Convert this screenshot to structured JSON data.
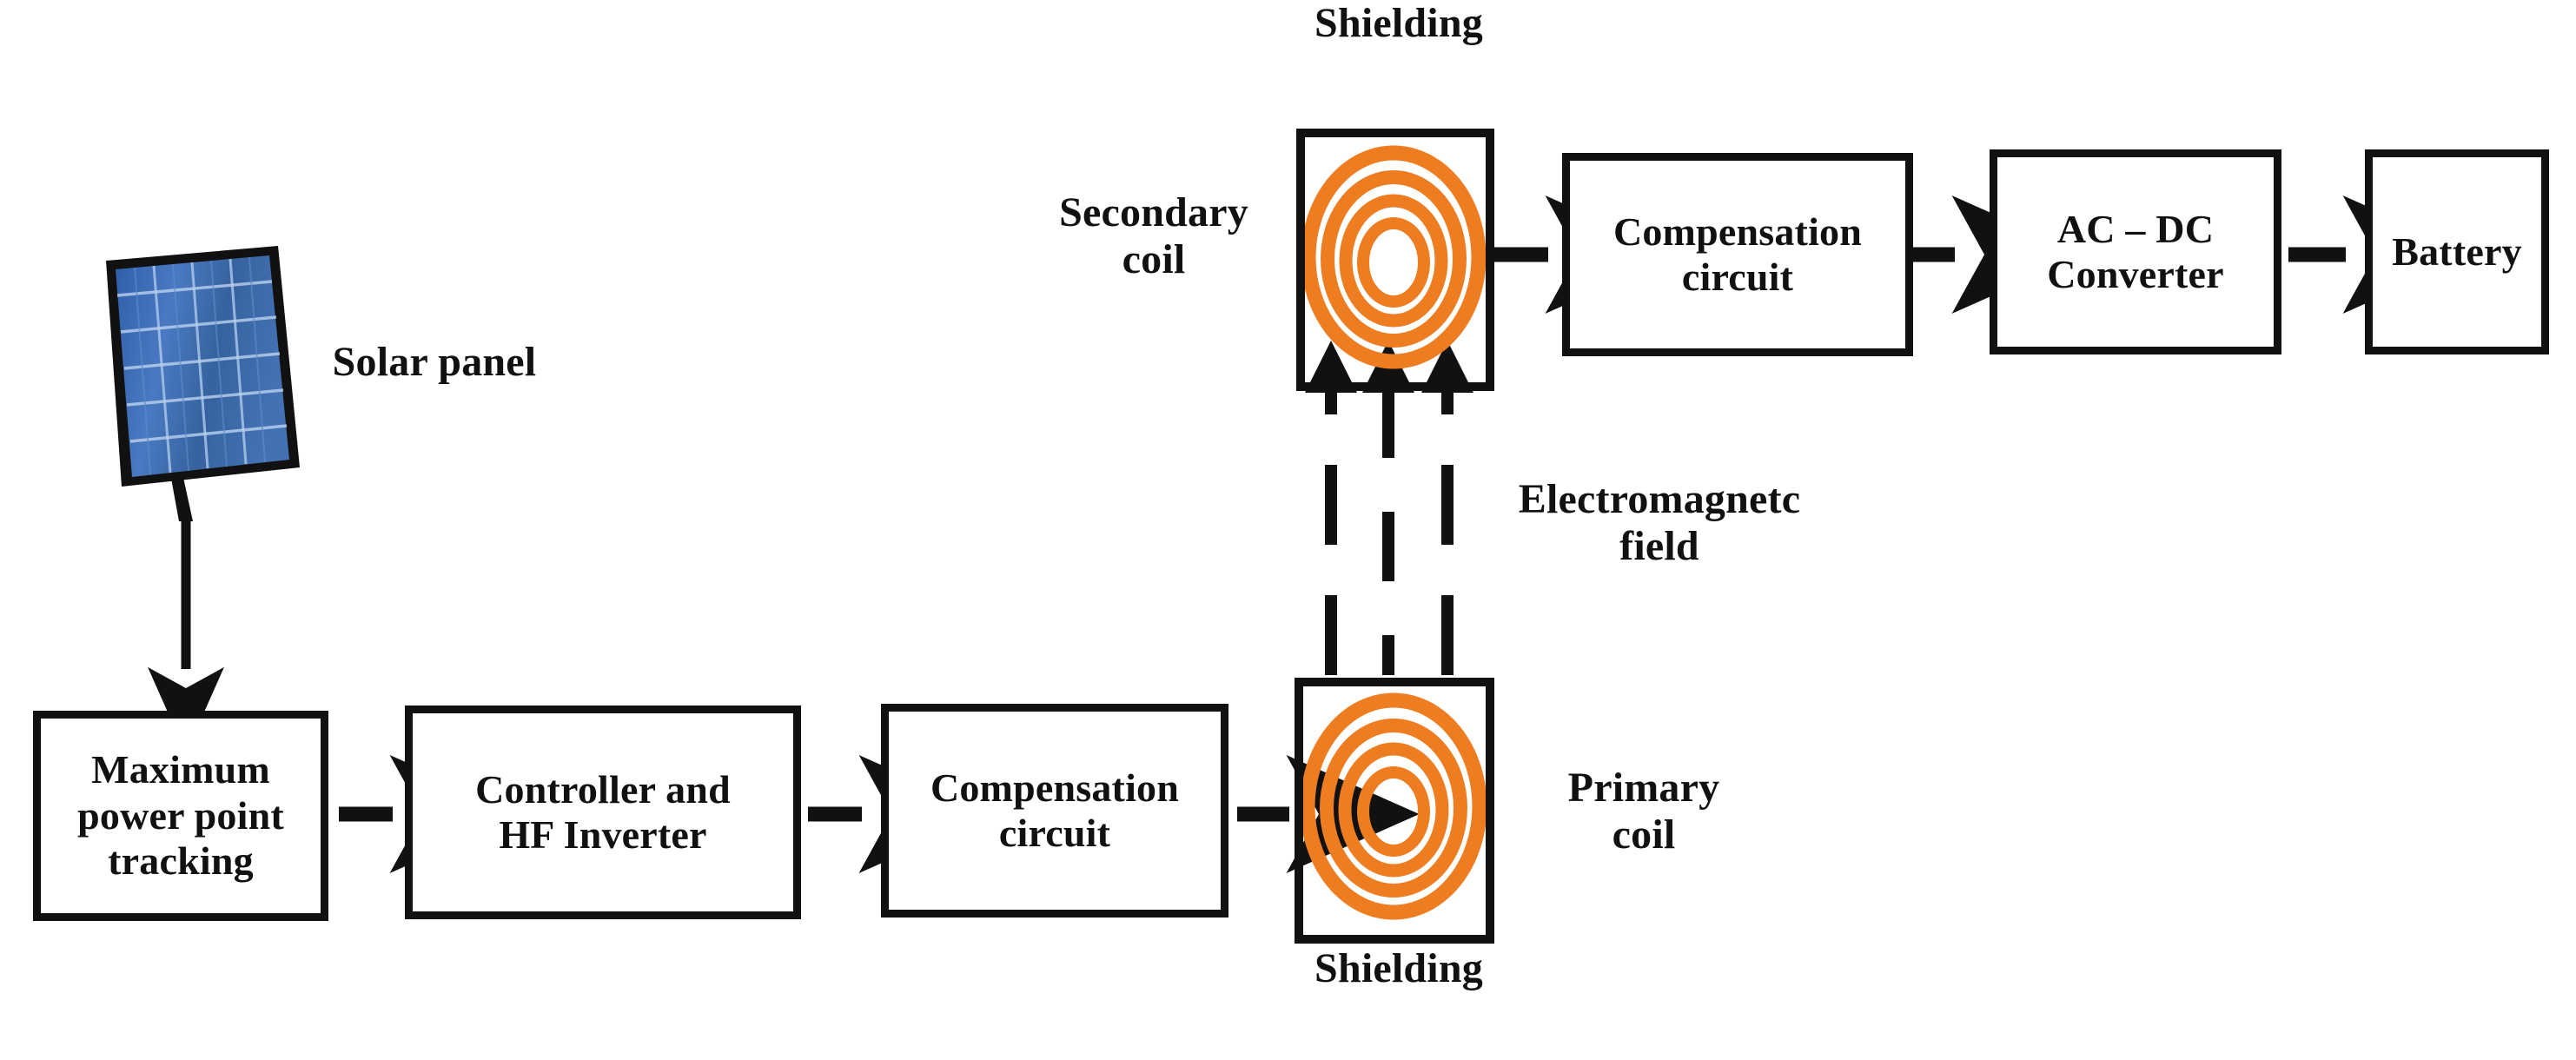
{
  "diagram": {
    "title": "Solar powered wireless power transfer battery charging block diagram",
    "accent_orange": "#EE7D22",
    "panel_blue": "#3C6CB4",
    "line_color": "#111111"
  },
  "nodes": {
    "solar_panel": {
      "label": "Solar panel"
    },
    "mppt": {
      "label": "Maximum\npower point\ntracking"
    },
    "controller": {
      "label": "Controller and\nHF Inverter"
    },
    "comp_primary": {
      "label": "Compensation\ncircuit"
    },
    "comp_secondary": {
      "label": "Compensation\ncircuit"
    },
    "ac_dc": {
      "label": "AC – DC\nConverter"
    },
    "battery": {
      "label": "Battery"
    }
  },
  "labels": {
    "shielding_top": "Shielding",
    "shielding_bottom": "Shielding",
    "secondary_coil": "Secondary\ncoil",
    "primary_coil": "Primary\ncoil",
    "electromagnetic_field": "Electromagnetc\nfield"
  },
  "icons": {
    "secondary_coil_icon": "coil-spiral-icon",
    "primary_coil_icon": "coil-spiral-icon",
    "solar_panel_icon": "solar-panel-icon",
    "field_arrows_icon": "upward-dashed-arrows-icon"
  },
  "flow": {
    "edges": [
      {
        "from": "solar_panel",
        "to": "mppt",
        "style": "solid-arrow",
        "direction": "down"
      },
      {
        "from": "mppt",
        "to": "controller",
        "style": "solid-arrow",
        "direction": "right"
      },
      {
        "from": "controller",
        "to": "comp_primary",
        "style": "solid-arrow",
        "direction": "right"
      },
      {
        "from": "comp_primary",
        "to": "primary_coil",
        "style": "solid-arrow",
        "direction": "right"
      },
      {
        "from": "primary_coil",
        "to": "secondary_coil",
        "style": "dashed-arrow",
        "direction": "up"
      },
      {
        "from": "secondary_coil",
        "to": "comp_secondary",
        "style": "solid-arrow",
        "direction": "right"
      },
      {
        "from": "comp_secondary",
        "to": "ac_dc",
        "style": "solid-arrow",
        "direction": "right"
      },
      {
        "from": "ac_dc",
        "to": "battery",
        "style": "solid-arrow",
        "direction": "right"
      }
    ]
  }
}
